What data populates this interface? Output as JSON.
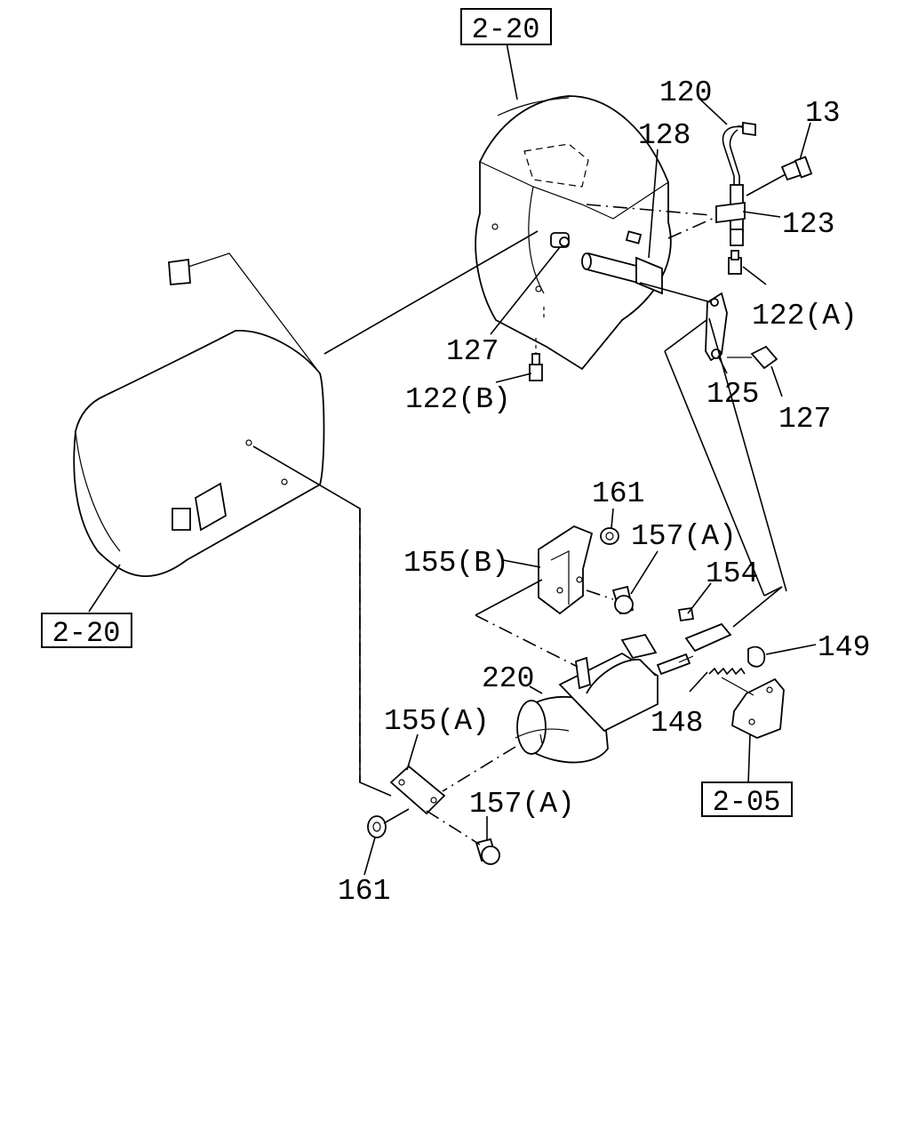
{
  "ref_boxes": {
    "top": "2-20",
    "left": "2-20",
    "bottom_right": "2-05"
  },
  "labels": {
    "p120": "120",
    "p13": "13",
    "p128": "128",
    "p123": "123",
    "p122a": "122(A)",
    "p127_upper": "127",
    "p122b": "122(B)",
    "p125": "125",
    "p127_right": "127",
    "p161_top": "161",
    "p157a_top": "157(A)",
    "p155b": "155(B)",
    "p154": "154",
    "p149": "149",
    "p220": "220",
    "p155a": "155(A)",
    "p148": "148",
    "p157a_bottom": "157(A)",
    "p161_bottom": "161"
  }
}
